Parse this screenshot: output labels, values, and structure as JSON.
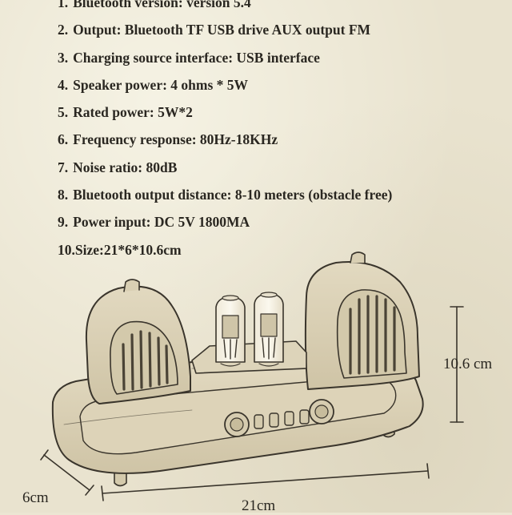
{
  "specs": [
    {
      "num": "1.",
      "text": "Bluetooth version: version 5.4"
    },
    {
      "num": "2.",
      "text": "Output: Bluetooth TF USB drive AUX output FM"
    },
    {
      "num": "3.",
      "text": "Charging source interface: USB interface"
    },
    {
      "num": "4.",
      "text": "Speaker power: 4 ohms * 5W"
    },
    {
      "num": "5.",
      "text": "Rated power: 5W*2"
    },
    {
      "num": "6.",
      "text": "Frequency response: 80Hz-18KHz"
    },
    {
      "num": "7.",
      "text": "Noise ratio: 80dB"
    },
    {
      "num": "8.",
      "text": "Bluetooth output distance: 8-10 meters (obstacle free)"
    },
    {
      "num": "9.",
      "text": "Power input: DC 5V 1800MA"
    },
    {
      "num": "10.",
      "text": "Size:21*6*10.6cm"
    }
  ],
  "dimensions": {
    "height": "10.6 cm",
    "depth": "6cm",
    "width": "21cm"
  }
}
